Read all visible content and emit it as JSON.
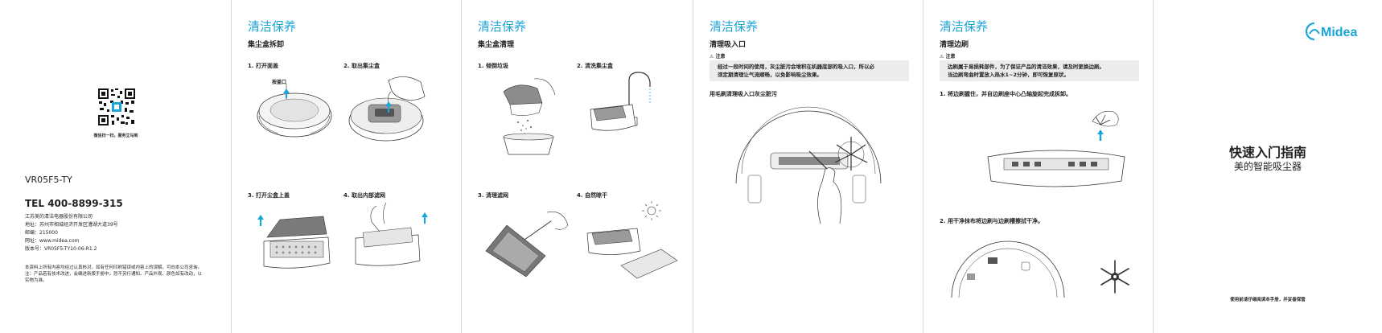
{
  "colors": {
    "accent": "#1aa5d8",
    "text": "#231f20",
    "note_bg": "#ececec",
    "logo": "#1aa5d8"
  },
  "back_cover": {
    "qr_caption": "微信扫一扫，服务立马到",
    "model": "VR05F5-TY",
    "tel": "TEL 400-8899-315",
    "contact": [
      "江苏美的清洁电器股份有限公司",
      "地址：苏州市相城经济开发区漕湖大道39号",
      "邮编：215000",
      "网址：www.midea.com",
      "版本号：VR05F5-TY10-06-R1.2"
    ],
    "disclaimer": [
      "本资料上所有内容均经过认真核对，如有任何印刷错误或内容上的误解，可向本公司咨询。",
      "注：产品若有技术改进，会编进新版手册中，恕不另行通知。产品外观、颜色如有改动，以",
      "实物为准。"
    ]
  },
  "panel_dust_box_removal": {
    "section_title": "清洁保养",
    "subtitle": "集尘盒拆卸",
    "steps": [
      "1. 打开面盖",
      "2. 取出集尘盒",
      "3. 打开尘盒上盖",
      "4. 取出内部滤网"
    ],
    "callout": "按盖口"
  },
  "panel_dust_box_cleaning": {
    "section_title": "清洁保养",
    "subtitle": "集尘盒清理",
    "steps": [
      "1. 倾倒垃圾",
      "2. 清洗集尘盒",
      "3. 清理滤网",
      "4. 自然晾干"
    ]
  },
  "panel_suction_inlet": {
    "section_title": "清洁保养",
    "subtitle": "清理吸入口",
    "note_label": "注意",
    "note_lines": [
      "经过一段时间的使用，灰尘脏污会堆积在机器底部的吸入口，所以必",
      "须定期清理让气流顺畅，以免影响吸尘效果。"
    ],
    "instruction": "用毛刷清理吸入口灰尘脏污"
  },
  "panel_side_brush": {
    "section_title": "清洁保养",
    "subtitle": "清理边刷",
    "note_label": "注意",
    "note_lines": [
      "边刷属于易损耗部件，为了保证产品的清洁效果，请及时更换边刷。",
      "当边刷弯曲时置放入热水1~2分钟，即可恢复原状。"
    ],
    "step1": "1. 将边刷握住，并自边刷座中心凸轴旋起完成拆卸。",
    "step2": "2. 用干净抹布将边刷与边刷槽擦拭干净。"
  },
  "front_cover": {
    "brand": "Midea",
    "title": "快速入门指南",
    "subtitle": "美的智能吸尘器",
    "footer": "使用前请仔细阅读本手册，并妥善保管"
  }
}
